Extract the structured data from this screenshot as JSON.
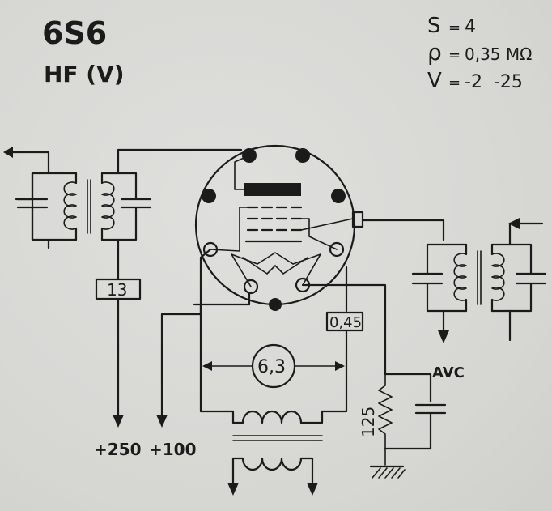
{
  "tube": {
    "type": "6S6",
    "function": "HF (V)"
  },
  "params": [
    {
      "symbol": "S",
      "eq": "=",
      "value": "4"
    },
    {
      "symbol": "ρ",
      "eq": "=",
      "value": "0,35 MΩ"
    },
    {
      "symbol": "V",
      "eq": "=",
      "value": "-2  -25"
    }
  ],
  "labels": {
    "screen_resistor": "13",
    "anode_voltage": "+250",
    "screen_voltage": "+100",
    "heater_current": "0,45",
    "heater_voltage": "6,3",
    "avc": "AVC",
    "cathode_resistor": "125"
  }
}
